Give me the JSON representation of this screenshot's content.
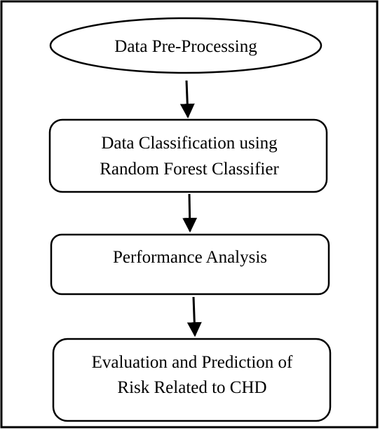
{
  "nodes": [
    {
      "id": "data-pre-processing",
      "shape": "ellipse",
      "lines": [
        "Data Pre-Processing"
      ]
    },
    {
      "id": "data-classification",
      "shape": "rounded-rectangle",
      "lines": [
        "Data Classification using",
        "Random Forest Classifier"
      ]
    },
    {
      "id": "performance-analysis",
      "shape": "rounded-rectangle",
      "lines": [
        "Performance Analysis"
      ]
    },
    {
      "id": "evaluation-prediction",
      "shape": "rounded-rectangle",
      "lines": [
        "Evaluation and Prediction of",
        "Risk Related to CHD"
      ]
    }
  ],
  "edges": [
    {
      "from": "data-pre-processing",
      "to": "data-classification"
    },
    {
      "from": "data-classification",
      "to": "performance-analysis"
    },
    {
      "from": "performance-analysis",
      "to": "evaluation-prediction"
    }
  ]
}
